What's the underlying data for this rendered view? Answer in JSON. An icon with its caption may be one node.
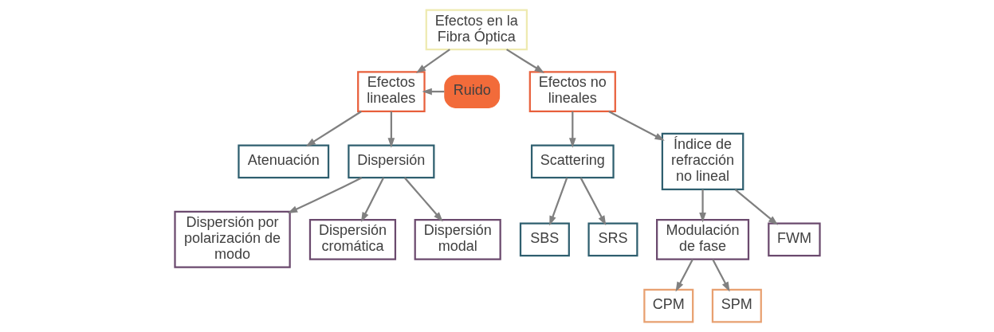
{
  "diagram": {
    "nodes": [
      {
        "text": [
          "Efectos en la Fibra Óptica"
        ]
      },
      {
        "text": [
          "Efectos lineales"
        ]
      },
      {
        "text": [
          "Efectos no lineales"
        ]
      },
      {
        "text": [
          "Ruido"
        ]
      },
      {
        "text": [
          "Atenuación"
        ]
      },
      {
        "text": [
          "Dispersión"
        ]
      },
      {
        "text": [
          "Dispersión modal"
        ]
      },
      {
        "text": [
          "Dispersión por polarización de modo"
        ]
      },
      {
        "text": [
          "Dispersión cromática"
        ]
      },
      {
        "text": [
          "Scattering"
        ]
      },
      {
        "text": [
          "SRS"
        ]
      },
      {
        "text": [
          "SBS"
        ]
      },
      {
        "text": [
          "Índice de refracción no lineal"
        ]
      },
      {
        "text": [
          "FWM"
        ]
      },
      {
        "text": [
          "Modulación de fase"
        ]
      },
      {
        "text": [
          "CPM"
        ]
      },
      {
        "text": [
          "SPM"
        ]
      }
    ],
    "edges": [
      {
        "from": 0,
        "to": 1,
        "arrow": "to"
      },
      {
        "from": 0,
        "to": 2,
        "arrow": "to"
      },
      {
        "from": 3,
        "to": 1,
        "arrow": "to"
      },
      {
        "from": 1,
        "to": 4,
        "arrow": "to"
      },
      {
        "from": 1,
        "to": 5,
        "arrow": "to"
      },
      {
        "from": 5,
        "to": 6,
        "arrow": "to"
      },
      {
        "from": 5,
        "to": 7,
        "arrow": "to"
      },
      {
        "from": 5,
        "to": 8,
        "arrow": "to"
      },
      {
        "from": 2,
        "to": 9,
        "arrow": "to"
      },
      {
        "from": 2,
        "to": 12,
        "arrow": "to"
      },
      {
        "from": 9,
        "to": 10,
        "arrow": "to"
      },
      {
        "from": 9,
        "to": 11,
        "arrow": "to"
      },
      {
        "from": 12,
        "to": 13,
        "arrow": "to"
      },
      {
        "from": 12,
        "to": 14,
        "arrow": "to"
      },
      {
        "from": 14,
        "to": 15,
        "arrow": "to"
      },
      {
        "from": 14,
        "to": 16,
        "arrow": "to"
      }
    ]
  }
}
